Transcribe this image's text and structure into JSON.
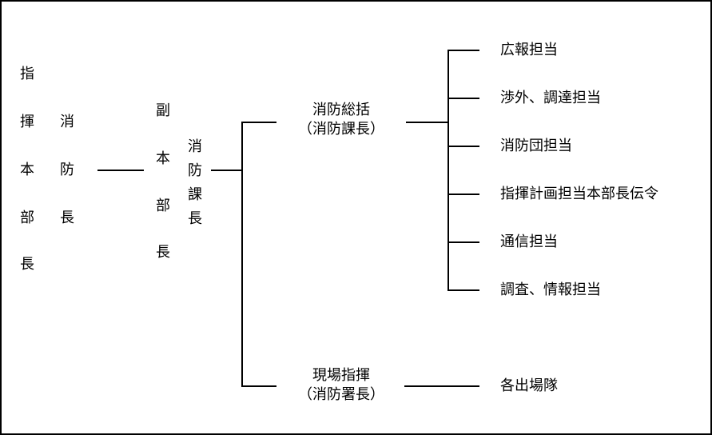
{
  "colors": {
    "line": "#000000",
    "background": "#ffffff",
    "text": "#000000"
  },
  "nodes": {
    "chief": [
      "指",
      "揮",
      "本",
      "部",
      "長"
    ],
    "fire_chief": [
      "消",
      "防",
      "長"
    ],
    "deputy": [
      "副",
      "本",
      "部",
      "長"
    ],
    "section_chief": [
      "消",
      "防",
      "課",
      "長"
    ],
    "general_affairs": {
      "title": "消防総括",
      "role": "（消防課長）"
    },
    "field_command": {
      "title": "現場指揮",
      "role": "（消防署長）"
    }
  },
  "duties": [
    "広報担当",
    "渉外、調達担当",
    "消防団担当",
    "指揮計画担当本部長伝令",
    "通信担当",
    "調査、情報担当"
  ],
  "field_units": "各出場隊"
}
